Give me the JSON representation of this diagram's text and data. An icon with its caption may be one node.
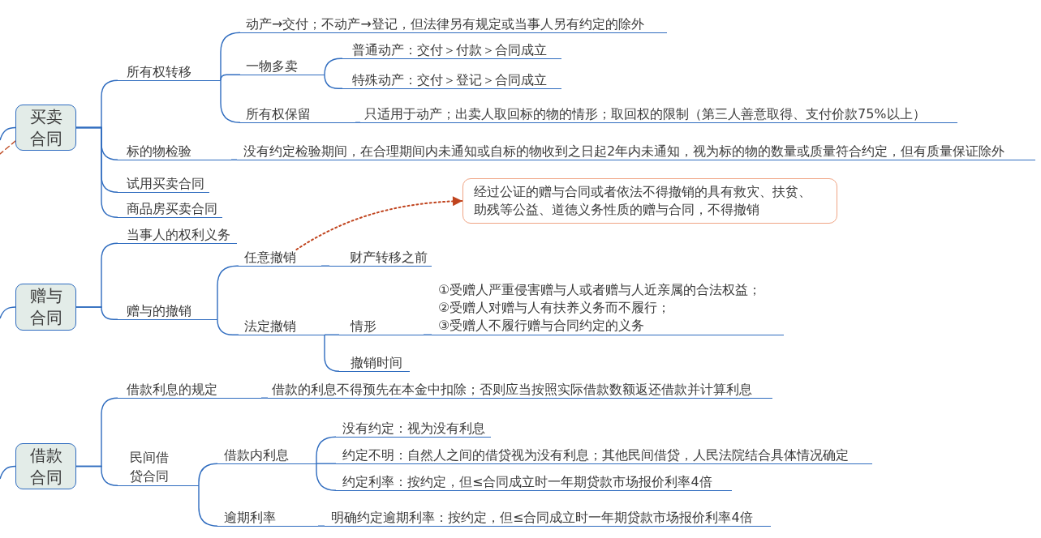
{
  "diagram": {
    "nodes": [
      {
        "text": [
          "买卖合同"
        ]
      },
      {
        "text": [
          "所有权转移"
        ]
      },
      {
        "text": [
          "动产→交付；不动产→登记，但法律另有规定或当事人另有约定的除外"
        ]
      },
      {
        "text": [
          "一物多卖"
        ]
      },
      {
        "text": [
          "普通动产：交付＞付款＞合同成立"
        ]
      },
      {
        "text": [
          "特殊动产：交付＞登记＞合同成立"
        ]
      },
      {
        "text": [
          "所有权保留"
        ]
      },
      {
        "text": [
          "只适用于动产；出卖人取回标的物的情形；取回权的限制（第三人善意取得、支付价款75%以上）"
        ]
      },
      {
        "text": [
          "标的物检验"
        ]
      },
      {
        "text": [
          "没有约定检验期间，在合理期间内未通知或自标的物收到之日起2年内未通知，视为标的物的数量或质量符合约定，但有质量保证除外"
        ]
      },
      {
        "text": [
          "试用买卖合同"
        ]
      },
      {
        "text": [
          "商品房买卖合同"
        ]
      },
      {
        "text": [
          "经过公证的赠与合同或者依法不得撤销的具有救灾、扶贫、助残等公益、道德义务性质的赠与合同，不得撤销"
        ]
      },
      {
        "text": [
          "赠与合同"
        ]
      },
      {
        "text": [
          "当事人的权利义务"
        ]
      },
      {
        "text": [
          "赠与的撤销"
        ]
      },
      {
        "text": [
          "任意撤销"
        ]
      },
      {
        "text": [
          "财产转移之前"
        ]
      },
      {
        "text": [
          "法定撤销"
        ]
      },
      {
        "text": [
          "情形"
        ]
      },
      {
        "text": [
          "①受赠人严重侵害赠与人或者赠与人近亲属的合法权益；",
          "②受赠人对赠与人有扶养义务而不履行；",
          "③受赠人不履行赠与合同约定的义务"
        ]
      },
      {
        "text": [
          "撤销时间"
        ]
      },
      {
        "text": [
          "借款合同"
        ]
      },
      {
        "text": [
          "借款利息的规定"
        ]
      },
      {
        "text": [
          "借款的利息不得预先在本金中扣除；否则应当按照实际借款数额返还借款并计算利息"
        ]
      },
      {
        "text": [
          "民间借贷合同"
        ]
      },
      {
        "text": [
          "借款内利息"
        ]
      },
      {
        "text": [
          "没有约定：视为没有利息"
        ]
      },
      {
        "text": [
          "约定不明：自然人之间的借贷视为没有利息；其他民间借贷，人民法院结合具体情况确定"
        ]
      },
      {
        "text": [
          "约定利率：按约定，但≤合同成立时一年期贷款市场报价利率4倍"
        ]
      },
      {
        "text": [
          "逾期利率"
        ]
      },
      {
        "text": [
          "明确约定逾期利率：按约定，但≤合同成立时一年期贷款市场报价利率4倍"
        ]
      }
    ],
    "edges": [
      {
        "from": null,
        "to": 0,
        "arrow": "none"
      },
      {
        "from": 0,
        "to": null,
        "arrow": "none",
        "style": "dashed",
        "color": "#c0502a"
      },
      {
        "from": 0,
        "to": 1,
        "arrow": "none"
      },
      {
        "from": 1,
        "to": 2,
        "arrow": "none"
      },
      {
        "from": 1,
        "to": 3,
        "arrow": "none"
      },
      {
        "from": 3,
        "to": 4,
        "arrow": "none"
      },
      {
        "from": 3,
        "to": 5,
        "arrow": "none"
      },
      {
        "from": 1,
        "to": 6,
        "arrow": "none"
      },
      {
        "from": 6,
        "to": 7,
        "arrow": "none"
      },
      {
        "from": 0,
        "to": 8,
        "arrow": "none"
      },
      {
        "from": 8,
        "to": 9,
        "arrow": "none"
      },
      {
        "from": 0,
        "to": 10,
        "arrow": "none"
      },
      {
        "from": 0,
        "to": 11,
        "arrow": "none"
      },
      {
        "from": 16,
        "to": 12,
        "arrow": "to",
        "style": "dashed",
        "color": "#c0441e"
      },
      {
        "from": null,
        "to": 13,
        "arrow": "none"
      },
      {
        "from": 13,
        "to": 14,
        "arrow": "none"
      },
      {
        "from": 13,
        "to": 15,
        "arrow": "none"
      },
      {
        "from": 15,
        "to": 16,
        "arrow": "none"
      },
      {
        "from": 16,
        "to": 17,
        "arrow": "none"
      },
      {
        "from": 15,
        "to": 18,
        "arrow": "none"
      },
      {
        "from": 18,
        "to": 19,
        "arrow": "none"
      },
      {
        "from": 19,
        "to": 20,
        "arrow": "none"
      },
      {
        "from": 18,
        "to": 21,
        "arrow": "none"
      },
      {
        "from": null,
        "to": 22,
        "arrow": "none"
      },
      {
        "from": 22,
        "to": 23,
        "arrow": "none"
      },
      {
        "from": 23,
        "to": 24,
        "arrow": "none"
      },
      {
        "from": 22,
        "to": 25,
        "arrow": "none"
      },
      {
        "from": 25,
        "to": 26,
        "arrow": "none"
      },
      {
        "from": 26,
        "to": 27,
        "arrow": "none"
      },
      {
        "from": 26,
        "to": 28,
        "arrow": "none"
      },
      {
        "from": 26,
        "to": 29,
        "arrow": "none"
      },
      {
        "from": 25,
        "to": 30,
        "arrow": "none"
      },
      {
        "from": 30,
        "to": 31,
        "arrow": "none"
      }
    ]
  }
}
